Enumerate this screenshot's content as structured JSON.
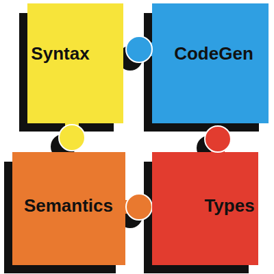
{
  "diagram": {
    "nodes": [
      {
        "text": [
          "Syntax"
        ]
      },
      {
        "text": [
          "CodeGen"
        ]
      },
      {
        "text": [
          "Semantics"
        ]
      },
      {
        "text": [
          "Types"
        ]
      }
    ]
  }
}
